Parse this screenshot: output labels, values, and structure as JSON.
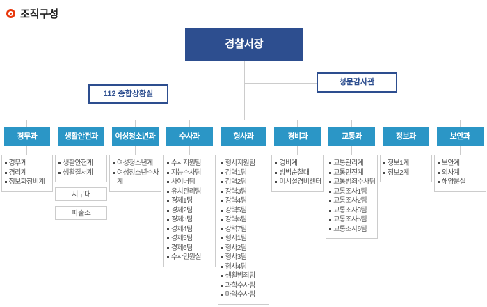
{
  "page": {
    "title": "조직구성"
  },
  "org": {
    "chief": "경찰서장",
    "staff_left": "112 종합상황실",
    "staff_right": "청문감사관",
    "departments": [
      {
        "name": "경무과",
        "items": [
          "경무계",
          "경리계",
          "정보화장비계"
        ]
      },
      {
        "name": "생활안전과",
        "items": [
          "생활안전계",
          "생활질서계"
        ],
        "extra_boxes": [
          "지구대",
          "파출소"
        ]
      },
      {
        "name": "여성청소년과",
        "items": [
          "여성청소년계",
          "여성청소년수사계"
        ]
      },
      {
        "name": "수사과",
        "items": [
          "수사지원팀",
          "지능수사팀",
          "사이버팀",
          "유치관리팀",
          "경제1팀",
          "경제2팀",
          "경제3팀",
          "경제4팀",
          "경제5팀",
          "경제6팀",
          "수사민원실"
        ]
      },
      {
        "name": "형사과",
        "items": [
          "형사지원팀",
          "강력1팀",
          "강력2팀",
          "강력3팀",
          "강력4팀",
          "강력5팀",
          "강력6팀",
          "강력7팀",
          "형사1팀",
          "형사2팀",
          "형사3팀",
          "형사4팀",
          "생활범죄팀",
          "과학수사팀",
          "마약수사팀"
        ]
      },
      {
        "name": "경비과",
        "items": [
          "경비계",
          "방범순찰대",
          "미시설경비센터"
        ]
      },
      {
        "name": "교통과",
        "items": [
          "교통관리계",
          "교통안전계",
          "교통범죄수사팀",
          "교통조사1팀",
          "교통조사2팀",
          "교통조사3팀",
          "교통조사5팀",
          "교통조사6팀"
        ]
      },
      {
        "name": "정보과",
        "items": [
          "정보1계",
          "정보2계"
        ]
      },
      {
        "name": "보안과",
        "items": [
          "보안계",
          "외사계",
          "해양분실"
        ]
      }
    ]
  },
  "colors": {
    "navy": "#2d4e8f",
    "teal": "#2b96c6",
    "line": "#cccccc",
    "red": "#e8380d",
    "item_text": "#555555",
    "title_text": "#222222"
  }
}
